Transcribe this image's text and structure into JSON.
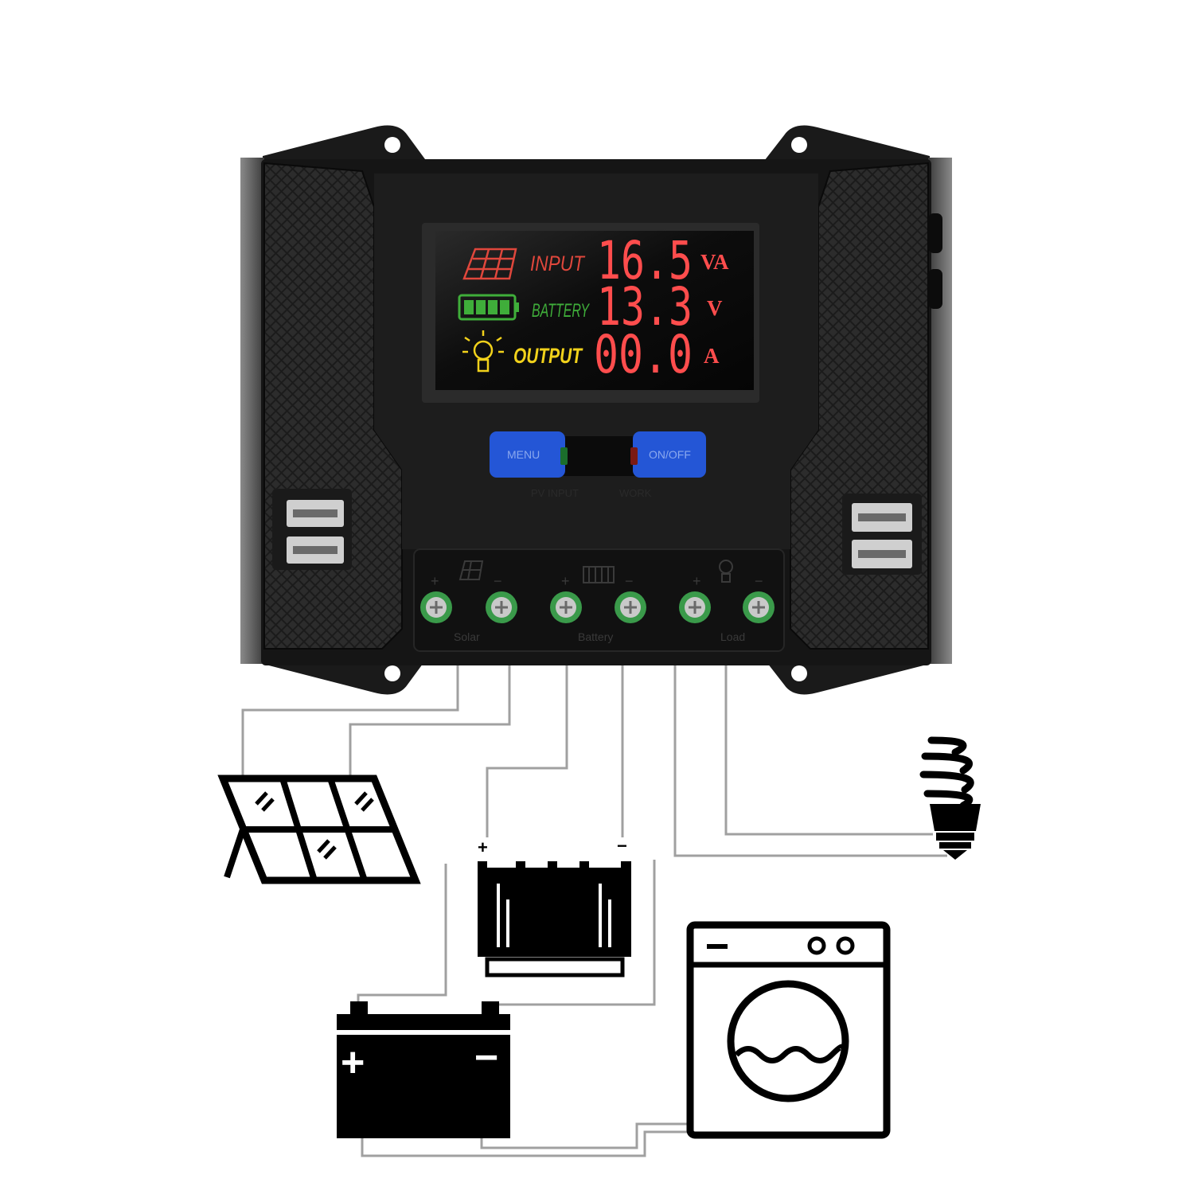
{
  "display": {
    "input_label": "INPUT",
    "input_value": "16.5",
    "input_unit": "VA",
    "battery_label": "BATTERY",
    "battery_value": "13.3",
    "battery_unit": "V",
    "output_label": "OUTPUT",
    "output_value": "00.0",
    "output_unit": "A"
  },
  "buttons": {
    "menu_label": "MENU",
    "onoff_label": "ON/OFF"
  },
  "indicators": {
    "pv_label": "PV INPUT",
    "work_label": "WORK"
  },
  "terminals": {
    "plus": "+",
    "minus": "−",
    "solar_label": "Solar",
    "battery_label": "Battery",
    "load_label": "Load"
  },
  "battery_icon": {
    "plus": "+",
    "minus": "−"
  },
  "colors": {
    "input": "#e0473c",
    "battery": "#3fae3a",
    "output": "#f2d21b",
    "value": "#ff4d4d",
    "button": "#2456d6",
    "body": "#141414",
    "wire": "#a0a0a0"
  }
}
